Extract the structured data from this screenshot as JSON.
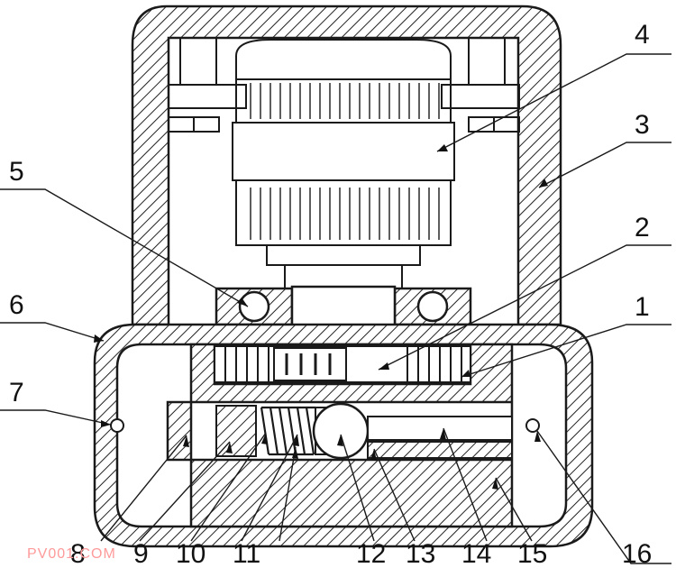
{
  "labels": [
    {
      "id": "1",
      "text": "1"
    },
    {
      "id": "2",
      "text": "2"
    },
    {
      "id": "3",
      "text": "3"
    },
    {
      "id": "4",
      "text": "4"
    },
    {
      "id": "5",
      "text": "5"
    },
    {
      "id": "6",
      "text": "6"
    },
    {
      "id": "7",
      "text": "7"
    },
    {
      "id": "8",
      "text": "8"
    },
    {
      "id": "9",
      "text": "9"
    },
    {
      "id": "10",
      "text": "10"
    },
    {
      "id": "11",
      "text": "11"
    },
    {
      "id": "12",
      "text": "12"
    },
    {
      "id": "13",
      "text": "13"
    },
    {
      "id": "14",
      "text": "14"
    },
    {
      "id": "15",
      "text": "15"
    },
    {
      "id": "16",
      "text": "16"
    }
  ],
  "watermark": "PV001.COM",
  "colors": {
    "line": "#1a1a1a",
    "fill": "#ffffff",
    "watermark": "#ff9a9a"
  }
}
